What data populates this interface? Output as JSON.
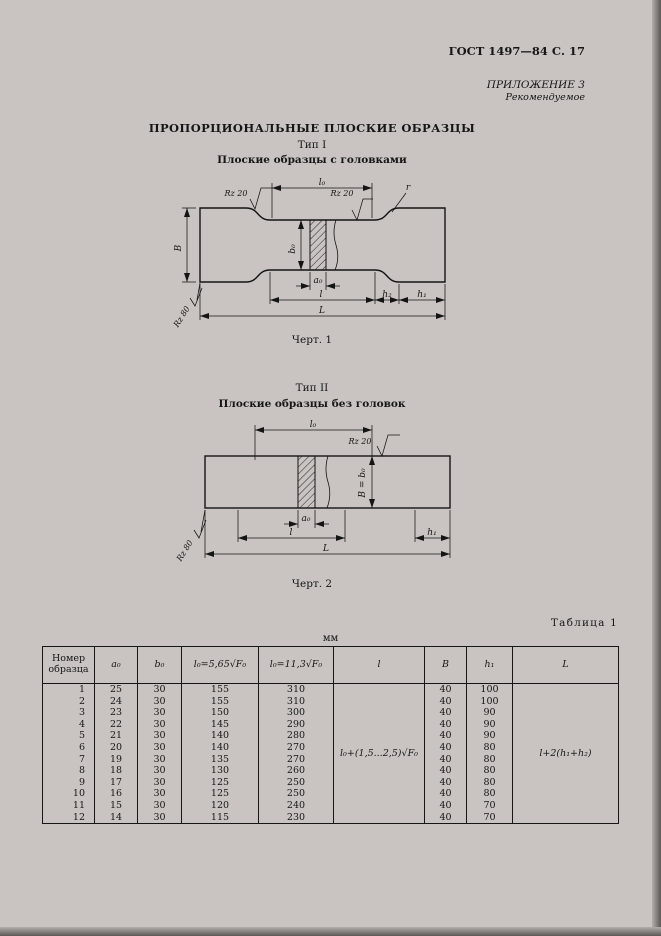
{
  "header": {
    "doc_ref": "ГОСТ 1497—84 С. 17",
    "annex": "ПРИЛОЖЕНИЕ 3",
    "annex_sub": "Рекомендуемое"
  },
  "title": "ПРОПОРЦИОНАЛЬНЫЕ ПЛОСКИЕ ОБРАЗЦЫ",
  "type1": {
    "label": "Тип I",
    "subtitle": "Плоские образцы с головками",
    "caption": "Черт. 1",
    "dims": {
      "l0": "l₀",
      "rz20_left": "Rz 20",
      "rz20_mid": "Rz 20",
      "r": "r",
      "B": "B",
      "b0": "b₀",
      "a0": "a₀",
      "l": "l",
      "h2": "h₂",
      "h1": "h₁",
      "L": "L",
      "rz80": "Rz 80"
    }
  },
  "type2": {
    "label": "Тип II",
    "subtitle": "Плоские образцы без головок",
    "caption": "Черт. 2",
    "dims": {
      "l0": "l₀",
      "rz20": "Rz 20",
      "Bb0": "B = b₀",
      "a0": "a₀",
      "l": "l",
      "h1": "h₁",
      "L": "L",
      "rz80": "Rz 80"
    }
  },
  "table": {
    "caption": "Таблица 1",
    "unit": "мм",
    "headers": [
      "Номер образца",
      "a₀",
      "b₀",
      "l₀=5,65√F₀",
      "l₀=11,3√F₀",
      "l",
      "B",
      "h₁",
      "L"
    ],
    "l_formula": "l₀+(1,5...2,5)√F₀",
    "L_formula": "l+2(h₁+h₂)",
    "rows": [
      [
        "1",
        "25",
        "30",
        "155",
        "310",
        "40",
        "100"
      ],
      [
        "2",
        "24",
        "30",
        "155",
        "310",
        "40",
        "100"
      ],
      [
        "3",
        "23",
        "30",
        "150",
        "300",
        "40",
        "90"
      ],
      [
        "4",
        "22",
        "30",
        "145",
        "290",
        "40",
        "90"
      ],
      [
        "5",
        "21",
        "30",
        "140",
        "280",
        "40",
        "90"
      ],
      [
        "6",
        "20",
        "30",
        "140",
        "270",
        "40",
        "80"
      ],
      [
        "7",
        "19",
        "30",
        "135",
        "270",
        "40",
        "80"
      ],
      [
        "8",
        "18",
        "30",
        "130",
        "260",
        "40",
        "80"
      ],
      [
        "9",
        "17",
        "30",
        "125",
        "250",
        "40",
        "80"
      ],
      [
        "10",
        "16",
        "30",
        "125",
        "250",
        "40",
        "80"
      ],
      [
        "11",
        "15",
        "30",
        "120",
        "240",
        "40",
        "70"
      ],
      [
        "12",
        "14",
        "30",
        "115",
        "230",
        "40",
        "70"
      ]
    ]
  }
}
